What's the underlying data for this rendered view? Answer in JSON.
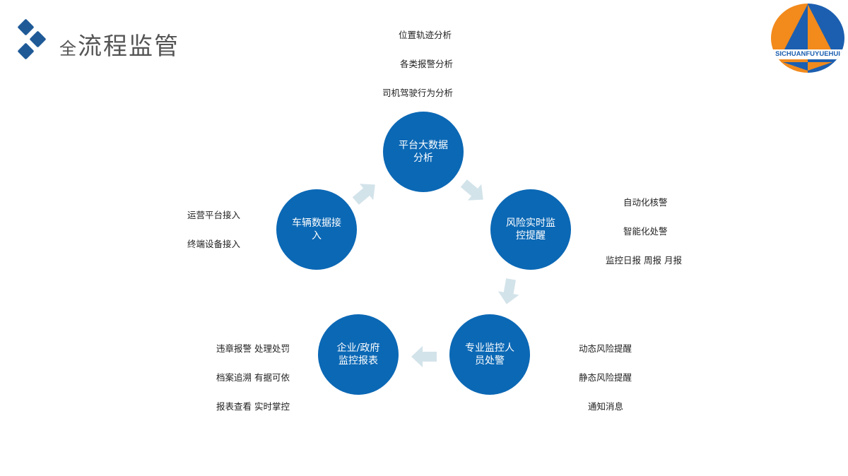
{
  "title": {
    "first": "全",
    "rest": "流程监管"
  },
  "logo": {
    "text": "SICHUANFUYUEHUI"
  },
  "colors": {
    "circle": "#0b68b5",
    "arrow": "#d3e3ea",
    "logo_orange": "#f28a1c",
    "logo_blue": "#1c5fb0"
  },
  "nodes": [
    {
      "label": "平台大数据分析",
      "items": [
        "位置轨迹分析",
        "各类报警分析",
        "司机驾驶行为分析"
      ]
    },
    {
      "label": "风险实时监控提醒",
      "items": [
        "自动化核警",
        "智能化处警",
        "监控日报 周报 月报"
      ]
    },
    {
      "label": "专业监控人员处警",
      "items": [
        "动态风险提醒",
        "静态风险提醒",
        "通知消息"
      ]
    },
    {
      "label": "企业/政府监控报表",
      "items": [
        "违章报警 处理处罚",
        "档案追溯 有据可依",
        "报表查看 实时掌控"
      ]
    },
    {
      "label": "车辆数据接入",
      "items": [
        "运营平台接入",
        "终端设备接入"
      ]
    }
  ]
}
